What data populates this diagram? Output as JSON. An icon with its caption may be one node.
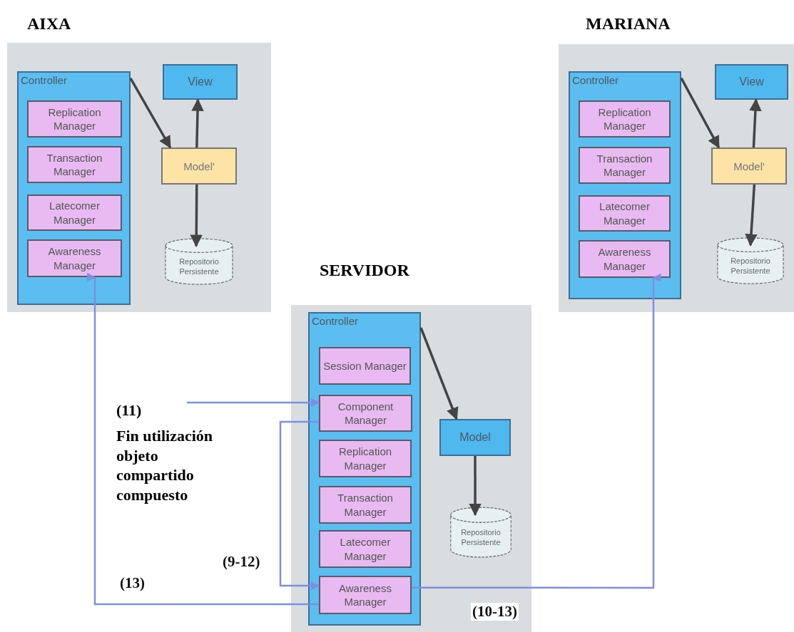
{
  "diagram": {
    "nodes": [
      {
        "text": [
          "AIXA"
        ]
      },
      {
        "text": [
          "Controller"
        ],
        "in": 0
      },
      {
        "text": [
          "Replication Manager"
        ],
        "in": 1
      },
      {
        "text": [
          "Transaction Manager"
        ],
        "in": 1
      },
      {
        "text": [
          "Latecomer Manager"
        ],
        "in": 1
      },
      {
        "text": [
          "Awareness Manager"
        ],
        "in": 1
      },
      {
        "text": [
          "View"
        ],
        "in": 0
      },
      {
        "text": [
          "Model'"
        ],
        "in": 0
      },
      {
        "text": [
          "Repositorio Persistente"
        ],
        "in": 0
      },
      {
        "text": [
          "MARIANA"
        ]
      },
      {
        "text": [
          "Controller"
        ],
        "in": 9
      },
      {
        "text": [
          "Replication Manager"
        ],
        "in": 10
      },
      {
        "text": [
          "Transaction Manager"
        ],
        "in": 10
      },
      {
        "text": [
          "Latecomer Manager"
        ],
        "in": 10
      },
      {
        "text": [
          "Awareness Manager"
        ],
        "in": 10
      },
      {
        "text": [
          "View"
        ],
        "in": 9
      },
      {
        "text": [
          "Model'"
        ],
        "in": 9
      },
      {
        "text": [
          "Repositorio Persistente"
        ],
        "in": 9
      },
      {
        "text": [
          "SERVIDOR"
        ]
      },
      {
        "text": [
          "Controller"
        ],
        "in": 18
      },
      {
        "text": [
          "Session Manager"
        ],
        "in": 19
      },
      {
        "text": [
          "Component Manager"
        ],
        "in": 19
      },
      {
        "text": [
          "Replication Manager"
        ],
        "in": 19
      },
      {
        "text": [
          "Transaction Manager"
        ],
        "in": 19
      },
      {
        "text": [
          "Latecomer Manager"
        ],
        "in": 19
      },
      {
        "text": [
          "Awareness Manager"
        ],
        "in": 19
      },
      {
        "text": [
          "Model"
        ],
        "in": 18
      },
      {
        "text": [
          "Repositorio Persistente"
        ],
        "in": 18
      }
    ],
    "edges": [
      {
        "from": 1,
        "to": 7,
        "arrow": "to"
      },
      {
        "from": 7,
        "to": 6,
        "arrow": "to"
      },
      {
        "from": 7,
        "to": 8,
        "arrow": "to"
      },
      {
        "from": 10,
        "to": 16,
        "arrow": "to"
      },
      {
        "from": 16,
        "to": 15,
        "arrow": "to"
      },
      {
        "from": 16,
        "to": 17,
        "arrow": "to"
      },
      {
        "from": 19,
        "to": 26,
        "arrow": "to"
      },
      {
        "from": 26,
        "to": 27,
        "arrow": "to"
      },
      {
        "from": null,
        "to": 21,
        "arrow": "to",
        "color": "#7f8fdf"
      },
      {
        "from": 21,
        "to": 25,
        "arrow": "to",
        "label": "(9-12)",
        "color": "#7f8fdf"
      },
      {
        "from": 25,
        "to": 5,
        "arrow": "to",
        "label": "(13)",
        "color": "#7f8fdf"
      },
      {
        "from": 25,
        "to": 14,
        "arrow": "to",
        "label": "(10-13)",
        "color": "#7f8fdf"
      }
    ],
    "labels": [
      "(11)",
      "Fin utilización objeto compartido compuesto"
    ]
  }
}
